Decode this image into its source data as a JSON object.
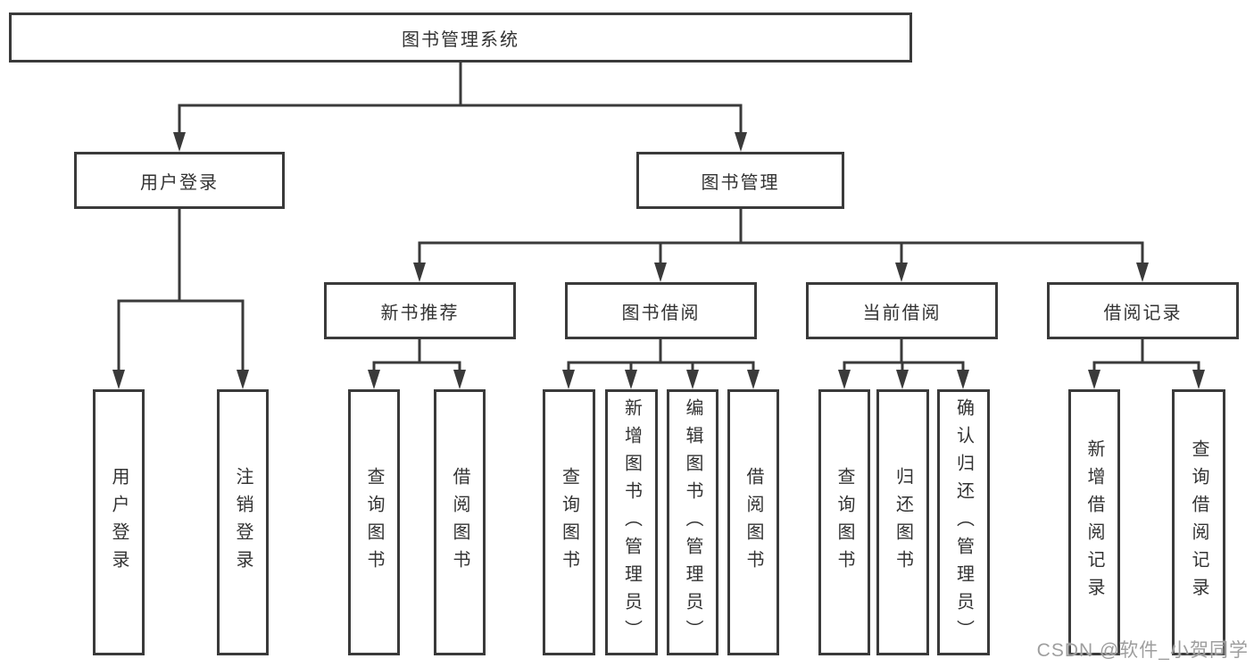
{
  "tree": {
    "root": {
      "label": "图书管理系统"
    },
    "level2": [
      {
        "label": "用户登录"
      },
      {
        "label": "图书管理"
      }
    ],
    "level3": [
      {
        "label": "新书推荐"
      },
      {
        "label": "图书借阅"
      },
      {
        "label": "当前借阅"
      },
      {
        "label": "借阅记录"
      }
    ],
    "leaves": {
      "user_login": [
        {
          "label": "用户登录"
        },
        {
          "label": "注销登录"
        }
      ],
      "new_book": [
        {
          "label": "查询图书"
        },
        {
          "label": "借阅图书"
        }
      ],
      "book_borrow": [
        {
          "label": "查询图书"
        },
        {
          "label": "新增图书（管理员）"
        },
        {
          "label": "编辑图书（管理员）"
        },
        {
          "label": "借阅图书"
        }
      ],
      "current_borrow": [
        {
          "label": "查询图书"
        },
        {
          "label": "归还图书"
        },
        {
          "label": "确认归还（管理员）"
        }
      ],
      "borrow_record": [
        {
          "label": "新增借阅记录"
        },
        {
          "label": "查询借阅记录"
        }
      ]
    }
  },
  "watermark": "CSDN @软件_小贺同学",
  "colors": {
    "line": "#3a3a3a",
    "box_border": "#3a3a3a",
    "box_fill": "#ffffff",
    "text": "#333333",
    "watermark": "#9e9e9e",
    "background": "#ffffff"
  }
}
